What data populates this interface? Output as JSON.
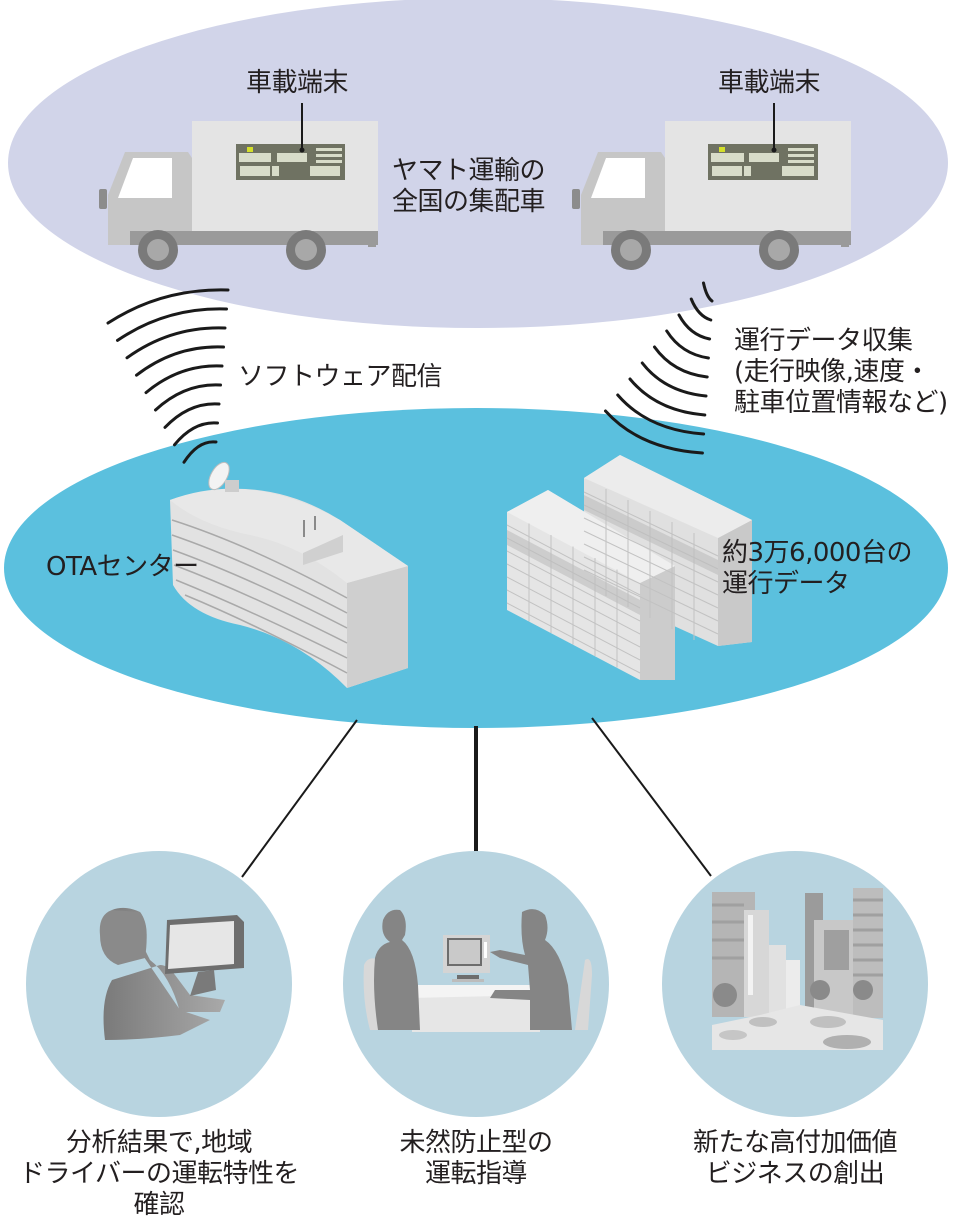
{
  "colors": {
    "vehicle_zone": "#d1d4e9",
    "center_zone": "#5bc0de",
    "outcome_circle": "#b8d4e0",
    "truck_box": "#e4e4e4",
    "truck_cab": "#c6c6c6",
    "truck_dark": "#8c8c8c",
    "terminal_panel": "#6f7262",
    "terminal_slot": "#d8dcc9",
    "terminal_led": "#d4e02a",
    "wave": "#1a1a1a",
    "line": "#1a1a1a",
    "text": "#231f20"
  },
  "vehicle_zone": {
    "label_line1": "ヤマト運輸の",
    "label_line2": "全国の集配車",
    "trucks": [
      {
        "terminal_label": "車載端末"
      },
      {
        "terminal_label": "車載端末"
      }
    ]
  },
  "links": {
    "software_delivery": "ソフトウェア配信",
    "data_collection": {
      "line1": "運行データ収集",
      "line2": "(走行映像,速度・",
      "line3": "駐車位置情報など)"
    }
  },
  "center_zone": {
    "ota_center_label": "OTAセンター",
    "data_label_line1": "約3万6,000台の",
    "data_label_line2": "運行データ"
  },
  "outcomes": [
    {
      "icon": "person-at-computer-icon",
      "lines": [
        "分析結果で,地域",
        "ドライバーの運転特性を",
        "確認"
      ]
    },
    {
      "icon": "meeting-instruction-icon",
      "lines": [
        "未然防止型の",
        "運転指導"
      ]
    },
    {
      "icon": "city-street-icon",
      "lines": [
        "新たな高付加価値",
        "ビジネスの創出"
      ]
    }
  ]
}
